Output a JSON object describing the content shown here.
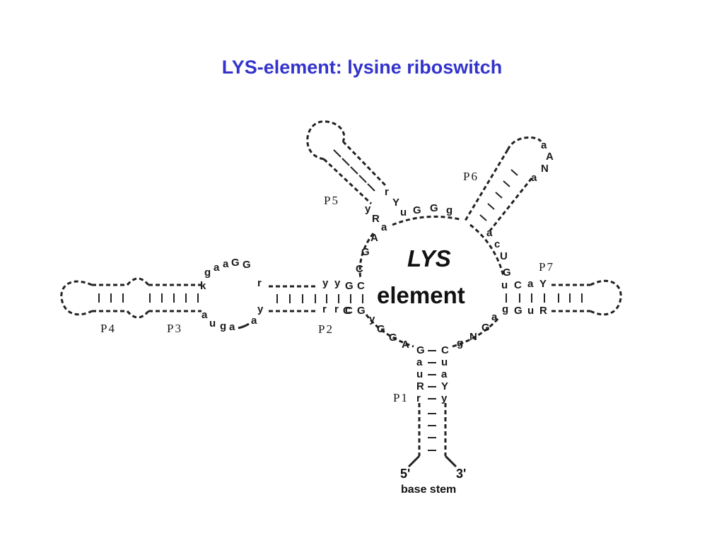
{
  "title": "LYS-element: lysine riboswitch",
  "center": {
    "line1": "LYS",
    "line2": "element"
  },
  "helix_labels": {
    "p1": "P1",
    "p2": "P2",
    "p3": "P3",
    "p4": "P4",
    "p5": "P5",
    "p6": "P6",
    "p7": "P7"
  },
  "ends": {
    "five_prime": "5'",
    "three_prime": "3'",
    "stem": "base stem"
  },
  "nucleotides": {
    "p1_left": [
      "G",
      "a",
      "u",
      "R",
      "r"
    ],
    "p1_right": [
      "C",
      "u",
      "a",
      "Y",
      "y"
    ],
    "p2_top": [
      "y",
      "y",
      "G",
      "C"
    ],
    "p2_bottom": [
      "r",
      "r",
      "C",
      "G"
    ],
    "p3_top": [
      "k",
      "g",
      "a",
      "a",
      "G",
      "G",
      "r"
    ],
    "p3_bottom": [
      "a",
      "u",
      "g",
      "a",
      "a",
      "y"
    ],
    "p5": [
      "r",
      "Y",
      "y",
      "R",
      "a"
    ],
    "p6": [
      "a",
      "A",
      "N",
      "a"
    ],
    "p7_top": [
      "a",
      "Y"
    ],
    "p7_bottom": [
      "u",
      "R"
    ],
    "ring_top": [
      "u",
      "G",
      "G",
      "g"
    ],
    "ring_left": [
      "A",
      "G",
      "C",
      "C"
    ],
    "ring_right": [
      "a",
      "c",
      "U",
      "G",
      "u",
      "C",
      "g",
      "G"
    ],
    "ring_bottom_left": [
      "y",
      "G",
      "G",
      "A"
    ],
    "ring_bottom_right": [
      "a",
      "G",
      "N",
      "g"
    ]
  },
  "colors": {
    "title": "#3333cc",
    "ink": "#1a1a1a"
  }
}
